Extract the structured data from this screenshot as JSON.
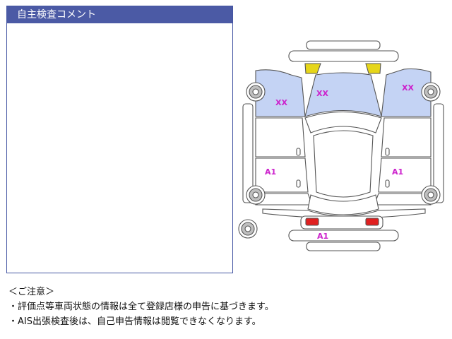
{
  "comment_panel": {
    "title": "自主検査コメント",
    "body": ""
  },
  "notes": {
    "heading": "＜ご注意＞",
    "lines": [
      "・評価点等車両状態の情報は全て登録店様の申告に基づきます。",
      "・AIS出張検査後は、自己申告情報は閲覧できなくなります。"
    ]
  },
  "diagram": {
    "marks": {
      "left_front": "XX",
      "hood": "XX",
      "right_front": "XX",
      "left_rear": "A1",
      "right_rear": "A1",
      "rear_bumper": "A1"
    },
    "colors": {
      "panel_fill": "#c4d3f4",
      "mark_color": "#cc22cc",
      "headlight_yellow": "#e6d61a",
      "taillight_red": "#e02020",
      "header_blue": "#4b5aa5"
    }
  }
}
